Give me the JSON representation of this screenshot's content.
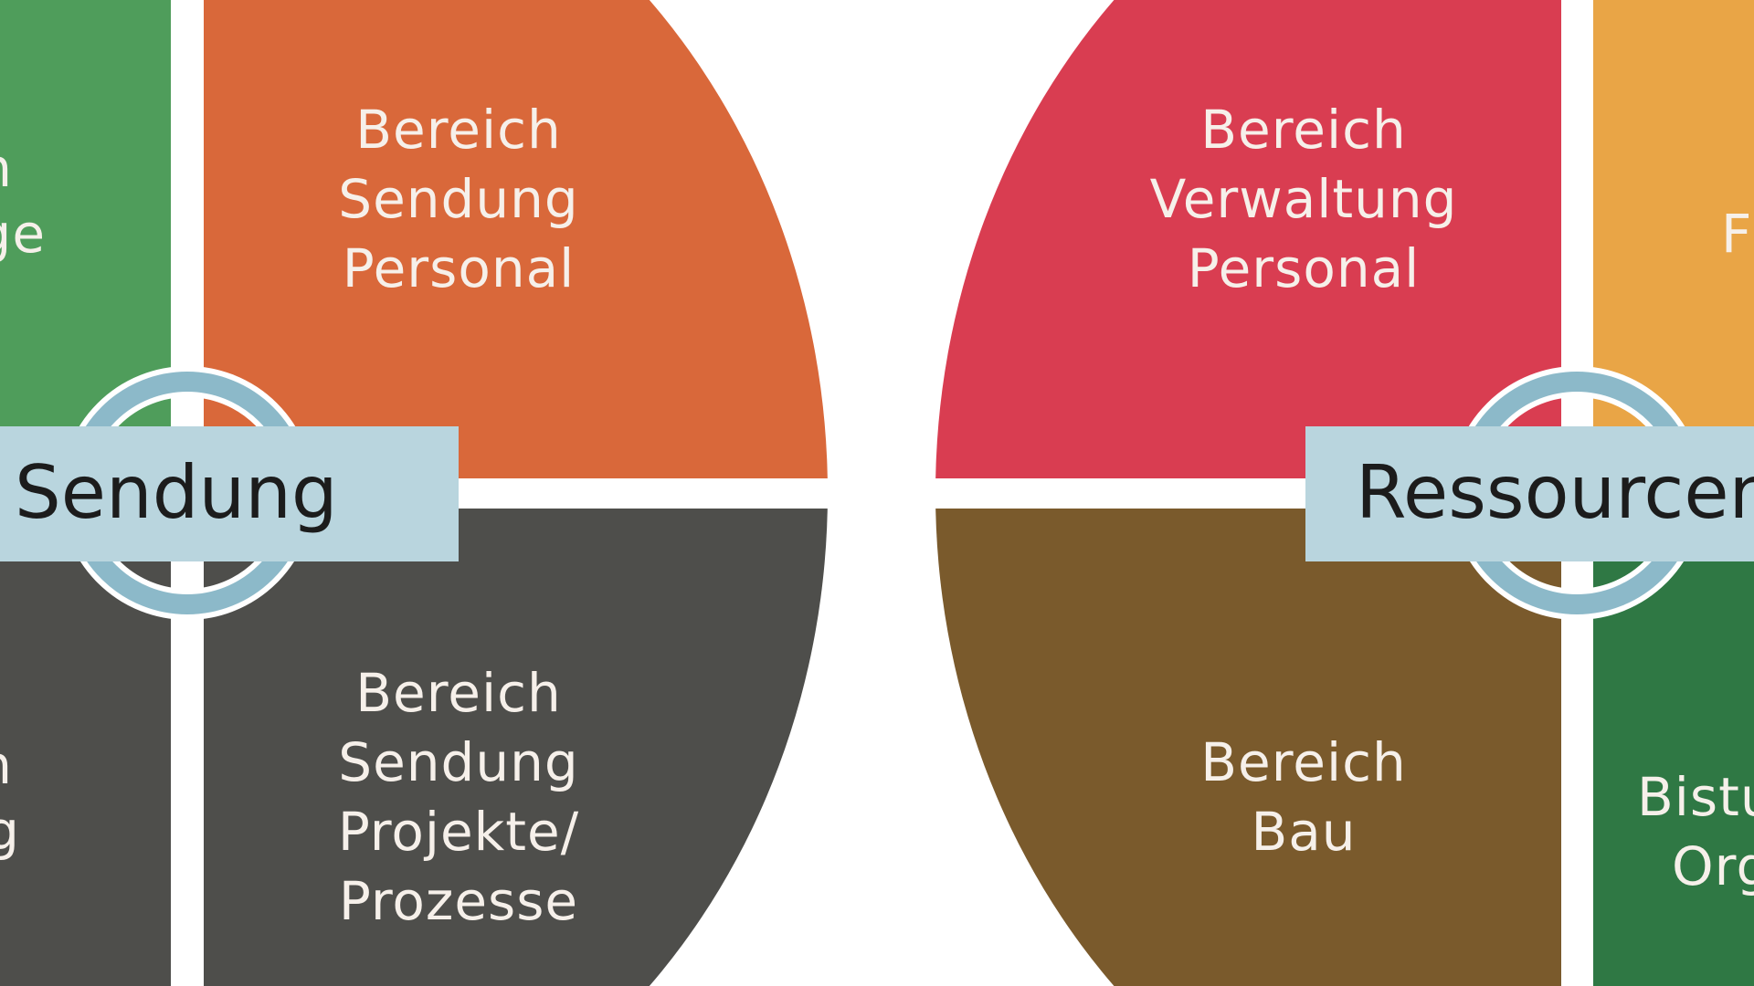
{
  "colors": {
    "green_light": "#4f9d5b",
    "orange": "#d9683a",
    "dark_gray": "#4e4e4b",
    "red": "#d93d51",
    "brown": "#7a5a2c",
    "yellow": "#e9a546",
    "green_dark": "#2f7844",
    "ring": "#8cb9c9",
    "label_bg": "#b9d5de"
  },
  "left_circle": {
    "label": "Sendung",
    "top_left_partial": [
      "n",
      "ge"
    ],
    "bottom_left_partial": [
      "n",
      "g"
    ],
    "top_right": [
      "Bereich",
      "Sendung",
      "Personal"
    ],
    "bottom_right": [
      "Bereich",
      "Sendung",
      "Projekte/",
      "Prozesse"
    ]
  },
  "right_circle": {
    "label": "Ressourcen",
    "top_left": [
      "Bereich",
      "Verwaltung",
      "Personal"
    ],
    "bottom_left": [
      "Bereich",
      "Bau"
    ],
    "top_right_partial": [
      "F"
    ],
    "bottom_right_partial": [
      "Bistu",
      "Org"
    ]
  }
}
